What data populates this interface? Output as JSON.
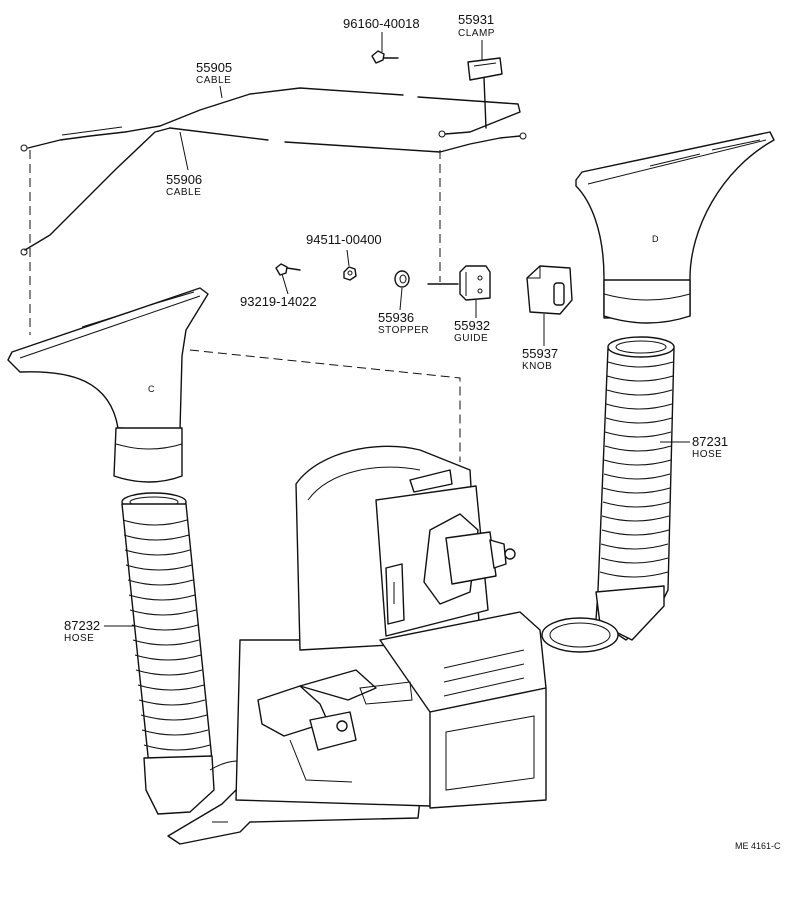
{
  "parts": {
    "p96160": {
      "number": "96160-40018",
      "name": ""
    },
    "p55931": {
      "number": "55931",
      "name": "CLAMP"
    },
    "p55905": {
      "number": "55905",
      "name": "CABLE"
    },
    "p55906": {
      "number": "55906",
      "name": "CABLE"
    },
    "p94511": {
      "number": "94511-00400",
      "name": ""
    },
    "p93219": {
      "number": "93219-14022",
      "name": ""
    },
    "p55936": {
      "number": "55936",
      "name": "STOPPER"
    },
    "p55932": {
      "number": "55932",
      "name": "GUIDE"
    },
    "p55937": {
      "number": "55937",
      "name": "KNOB"
    },
    "p87231": {
      "number": "87231",
      "name": "HOSE"
    },
    "p87232": {
      "number": "87232",
      "name": "HOSE"
    }
  },
  "duct_marks": {
    "left": "C",
    "right": "D"
  },
  "reference_code": "ME 4161-C"
}
